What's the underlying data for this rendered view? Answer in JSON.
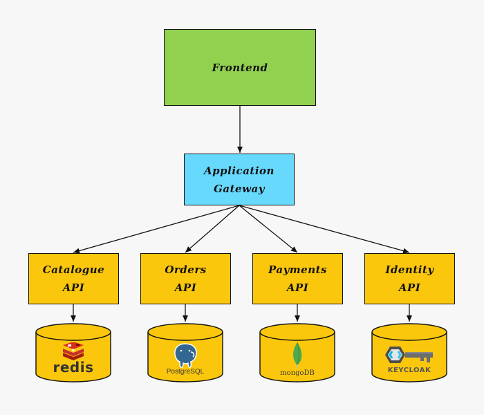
{
  "frontend": {
    "label": "Frontend"
  },
  "gateway": {
    "line1": "Application",
    "line2": "Gateway"
  },
  "apis": [
    {
      "line1": "Catalogue",
      "line2": "API"
    },
    {
      "line1": "Orders",
      "line2": "API"
    },
    {
      "line1": "Payments",
      "line2": "API"
    },
    {
      "line1": "Identity",
      "line2": "API"
    }
  ],
  "databases": [
    {
      "label": "redis",
      "icon": "redis-logo-icon"
    },
    {
      "label": "PostgreSQL",
      "icon": "postgresql-elephant-icon"
    },
    {
      "label": "mongoDB",
      "icon": "mongodb-leaf-icon"
    },
    {
      "label": "KEYCLOAK",
      "icon": "keycloak-key-icon"
    }
  ],
  "colors": {
    "background": "#f7f7f7",
    "frontend": "#92d050",
    "gateway": "#66d9fd",
    "api": "#fbc70d",
    "database": "#fbc70d"
  }
}
